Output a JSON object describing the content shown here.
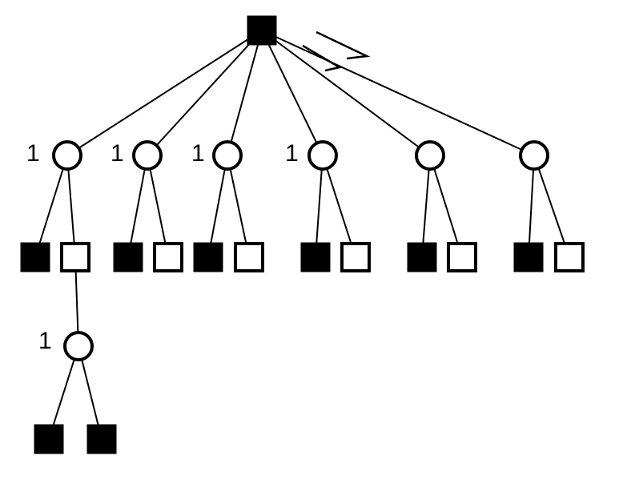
{
  "colors": {
    "stroke": "#000000",
    "filled": "#000000",
    "empty": "#ffffff"
  },
  "labels": {
    "c1": "1",
    "c2": "1",
    "c3": "1",
    "c4": "1",
    "c7": "1"
  }
}
